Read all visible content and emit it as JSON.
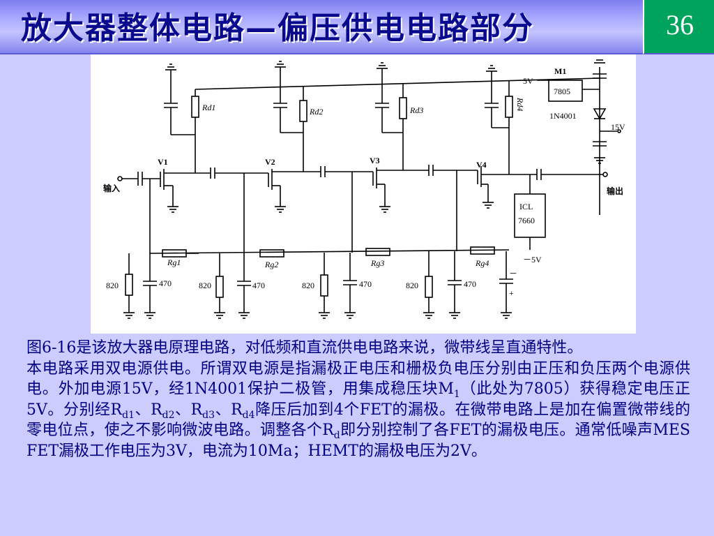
{
  "slide": {
    "title": "放大器整体电路—偏压供电电路部分",
    "page_number": "36"
  },
  "figure": {
    "labels": {
      "rd1": "Rd1",
      "rd2": "Rd2",
      "rd3": "Rd3",
      "rd4": "Rd4",
      "v1": "V1",
      "v2": "V2",
      "v3": "V3",
      "v4": "V4",
      "m1": "M1",
      "reg": "7805",
      "diode": "1N4001",
      "v5": "5V",
      "v15": "15V",
      "icl1": "ICL",
      "icl2": "7660",
      "neg5": "－5V",
      "input": "输入",
      "output": "输出",
      "rg1": "Rg1",
      "rg2": "Rg2",
      "rg3": "Rg3",
      "rg4": "Rg4",
      "r820": "820",
      "c470": "470",
      "plus": "+",
      "minus": "－"
    }
  },
  "text": {
    "p1": "图6-16是该放大器电原理电路，对低频和直流供电电路来说，微带线呈直通特性。",
    "p2_a": "本电路采用双电源供电。所谓双电源是指漏极正电压和栅极负电压分别由正压和负压两个电源供电。外加电源15V，经1N4001保护二极管，用集成稳压块M",
    "p2_m_sub": "1",
    "p2_b": "（此处为7805）获得稳定电压正5V。分别经R",
    "sub_d1": "d1",
    "sep1": "、R",
    "sub_d2": "d2",
    "sep2": "、R",
    "sub_d3": "d3",
    "sep3": "、R",
    "sub_d4": "d4",
    "p2_c": "降压后加到4个FET的漏极。在微带电路上是加在偏置微带线的零电位点，使之不影响微波电路。调整各个R",
    "sub_d": "d",
    "p2_d": "即分别控制了各FET的漏极电压。通常低噪声MES FET漏极工作电压为3V，电流为10Ma；HEMT的漏极电压为2V。"
  }
}
